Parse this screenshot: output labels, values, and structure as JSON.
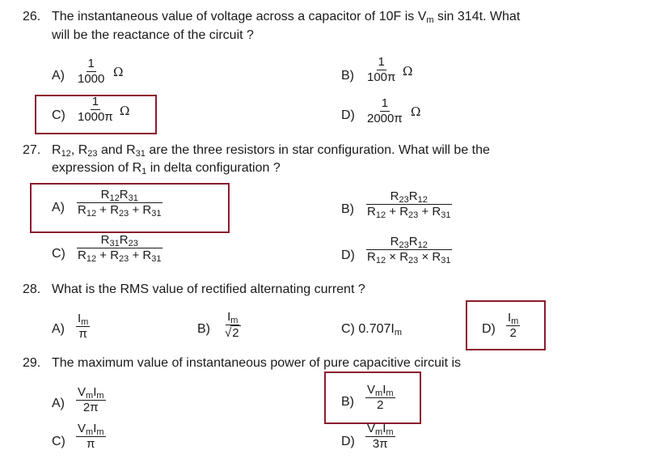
{
  "q26": {
    "number": "26.",
    "line1_a": "The instantaneous value of voltage across a capacitor of 10F is V",
    "line1_sub": "m",
    "line1_b": " sin 314t. What",
    "line2": "will be the reactance of the circuit ?",
    "options": {
      "a": {
        "label": "A)",
        "num": "1",
        "den": "1000",
        "unit": "Ω"
      },
      "b": {
        "label": "B)",
        "num": "1",
        "den": "100π",
        "unit": "Ω"
      },
      "c": {
        "label": "C)",
        "num": "1",
        "den": "1000π",
        "unit": "Ω"
      },
      "d": {
        "label": "D)",
        "num": "1",
        "den": "2000π",
        "unit": "Ω"
      }
    }
  },
  "q27": {
    "number": "27.",
    "r": "R",
    "s12": "12",
    "s23": "23",
    "s31": "31",
    "s1": "1",
    "t_sep1": ", ",
    "t_and": " and ",
    "t_mid": " are the three resistors in star configuration. What will be the",
    "line2_a": "expression of ",
    "line2_b": " in delta configuration ?",
    "plus": " + ",
    "times": " × ",
    "options": {
      "a": "A)",
      "b": "B)",
      "c": "C)",
      "d": "D)"
    }
  },
  "q28": {
    "number": "28.",
    "text": "What is the RMS value of rectified alternating current ?",
    "I": "I",
    "m": "m",
    "pi": "π",
    "root": "√",
    "two": "2",
    "c_value": "0.707I",
    "options": {
      "a": "A)",
      "b": "B)",
      "c": "C)",
      "d": "D)"
    }
  },
  "q29": {
    "number": "29.",
    "text": "The maximum value of instantaneous power of pure capacitive circuit is",
    "V": "V",
    "I": "I",
    "m": "m",
    "dens": {
      "a": "2π",
      "b": "2",
      "c": "π",
      "d": "3π"
    },
    "options": {
      "a": "A)",
      "b": "B)",
      "c": "C)",
      "d": "D)"
    }
  }
}
